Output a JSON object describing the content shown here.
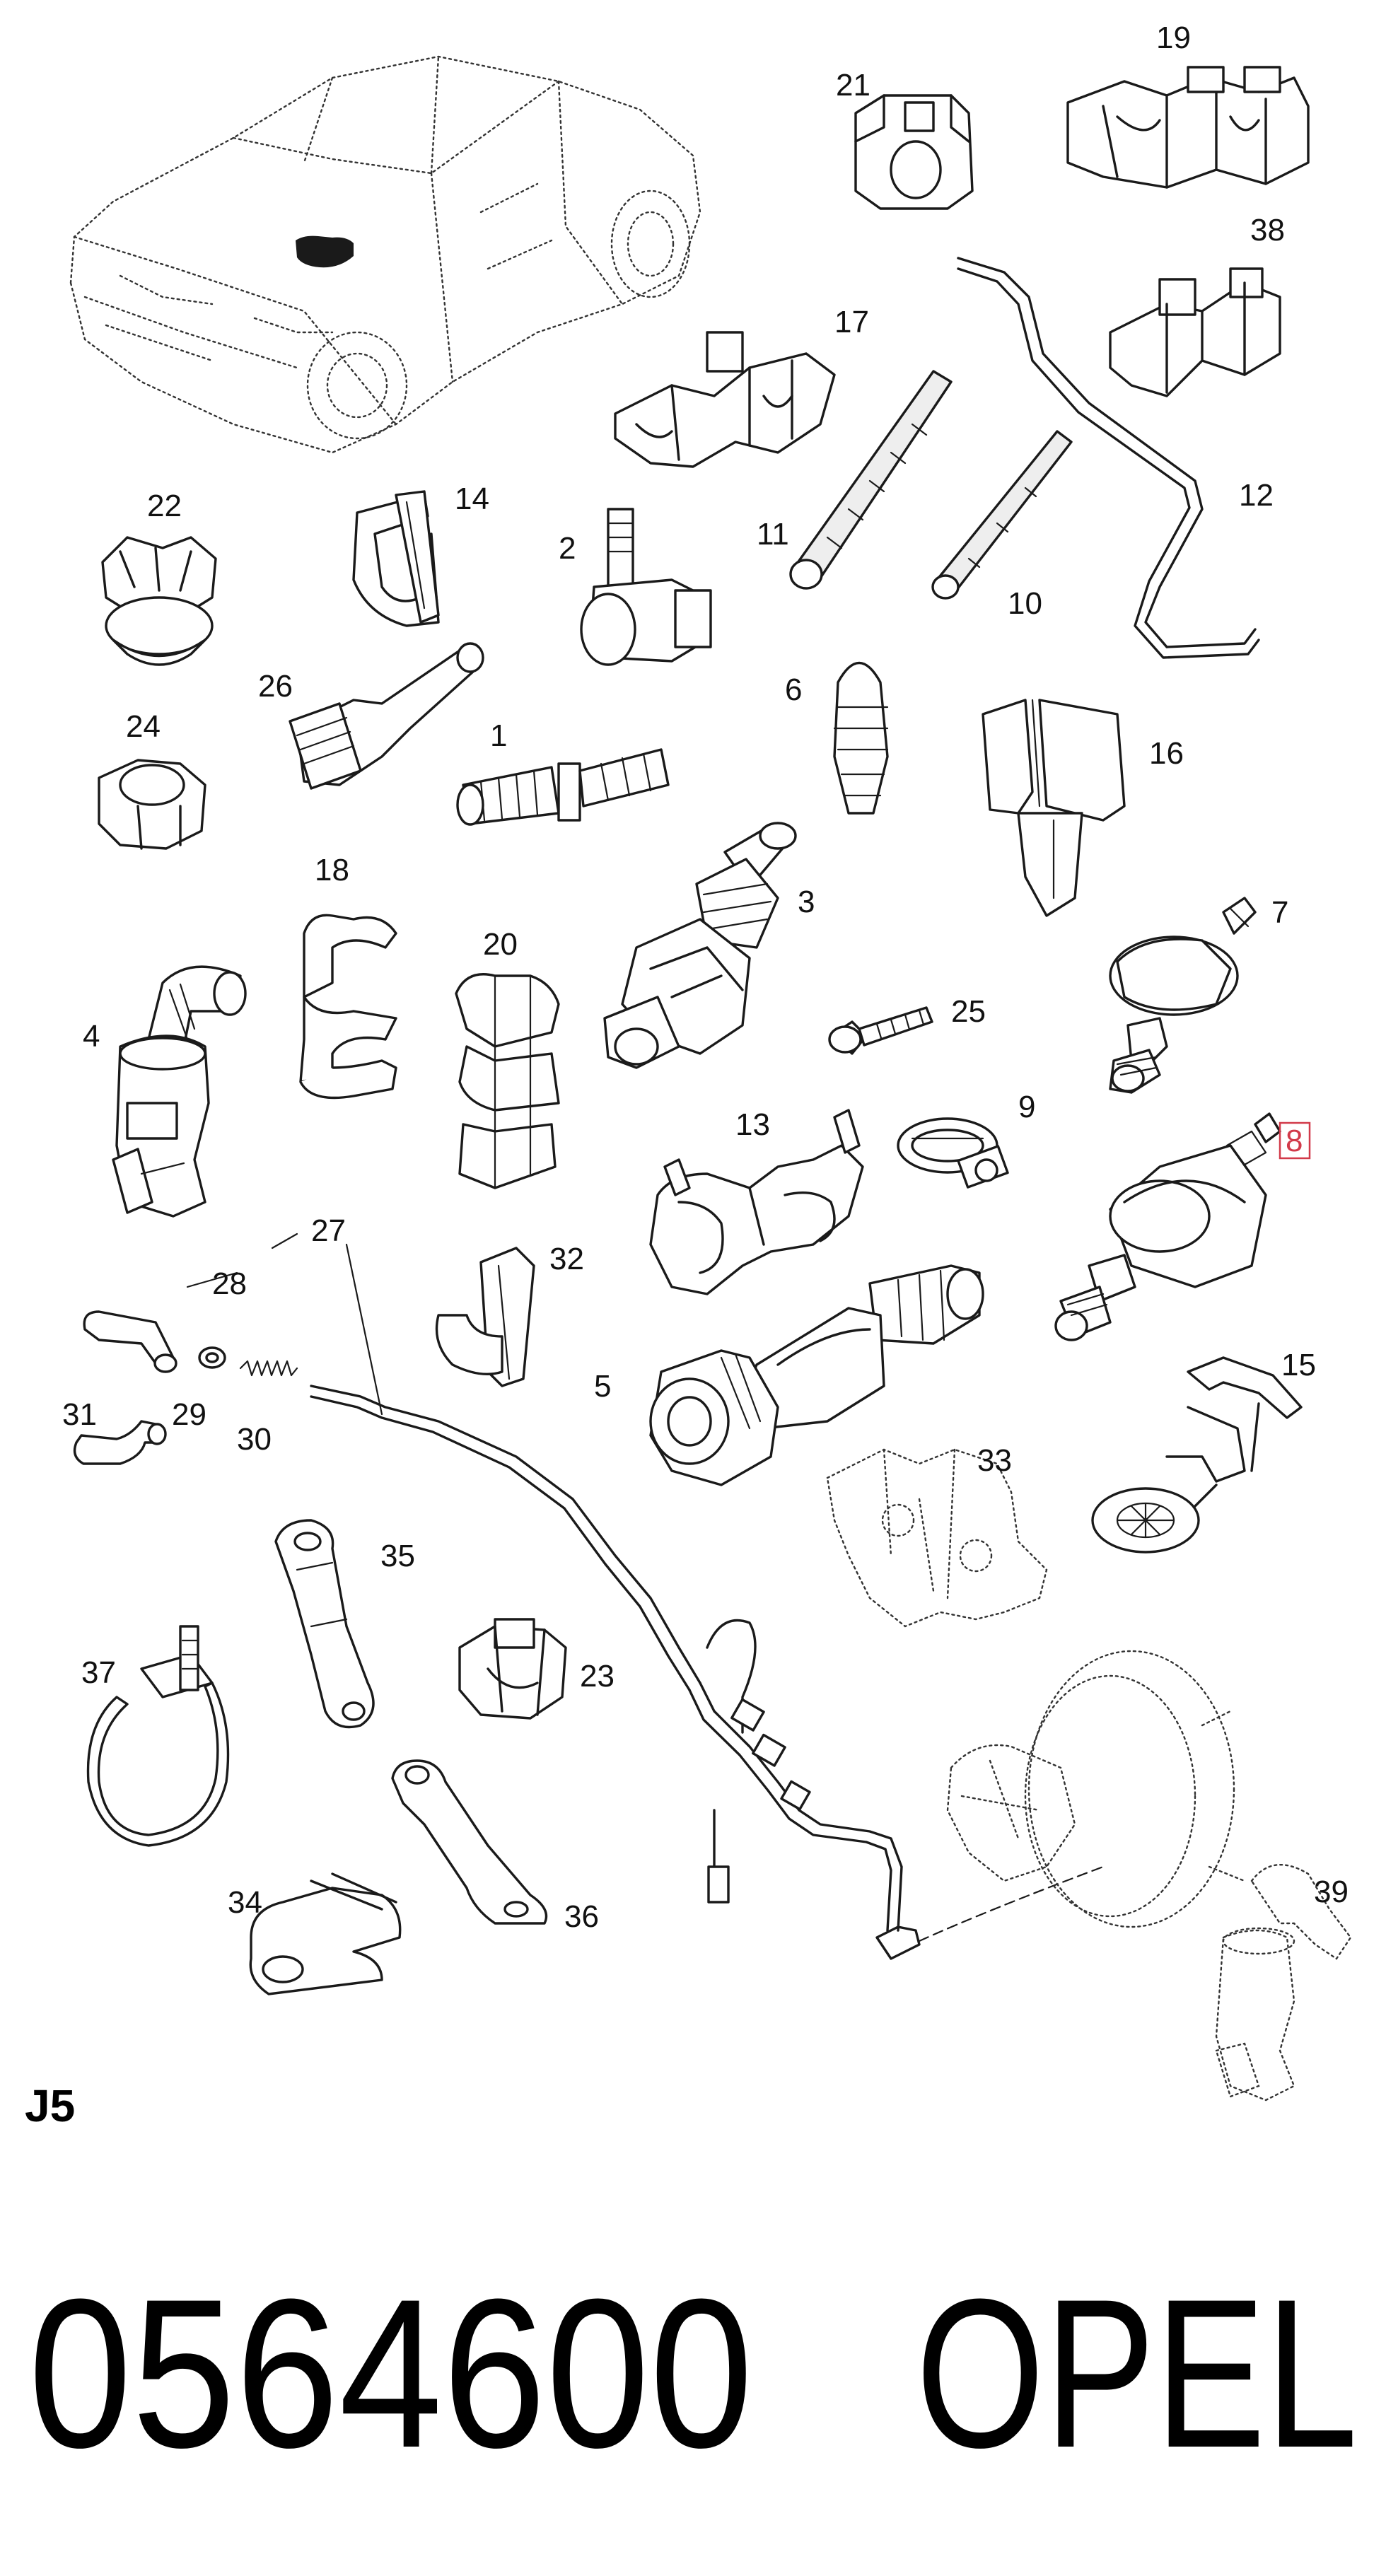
{
  "diagram": {
    "sheet_code": "J5",
    "part_number": "0564600",
    "brand": "OPEL",
    "highlighted_callout": "8",
    "callouts": {
      "c1": "1",
      "c2": "2",
      "c3": "3",
      "c4": "4",
      "c5": "5",
      "c6": "6",
      "c7": "7",
      "c8": "8",
      "c9": "9",
      "c10": "10",
      "c11": "11",
      "c12": "12",
      "c13": "13",
      "c14": "14",
      "c15": "15",
      "c16": "16",
      "c17": "17",
      "c18": "18",
      "c19": "19",
      "c20": "20",
      "c21": "21",
      "c22": "22",
      "c23": "23",
      "c24": "24",
      "c25": "25",
      "c26": "26",
      "c27": "27",
      "c28": "28",
      "c29": "29",
      "c30": "30",
      "c31": "31",
      "c32": "32",
      "c33": "33",
      "c34": "34",
      "c35": "35",
      "c36": "36",
      "c37": "37",
      "c38": "38",
      "c39": "39"
    },
    "colors": {
      "line": "#1a1a1a",
      "highlight": "#d23a4a",
      "background": "#ffffff"
    }
  }
}
